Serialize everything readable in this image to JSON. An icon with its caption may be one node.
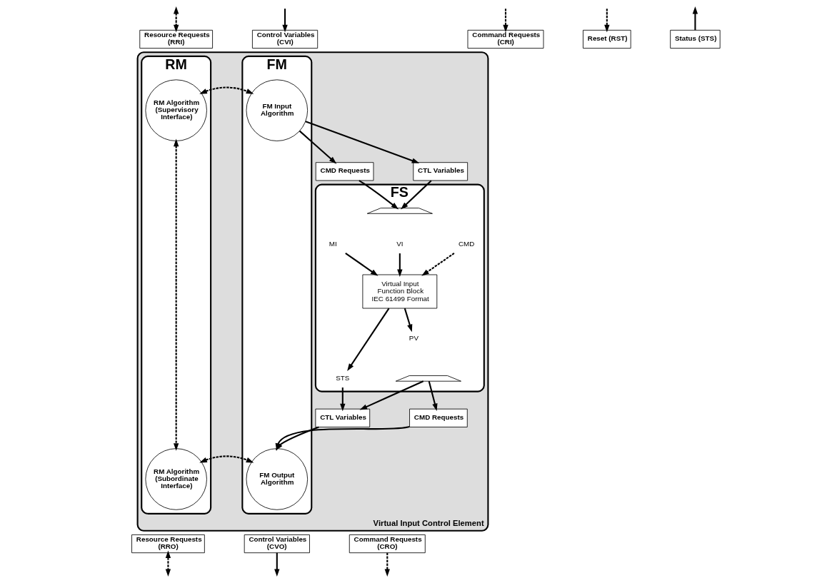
{
  "diagram": {
    "nodes": [
      {
        "text": [
          "Resource Requests",
          "(RRI)"
        ]
      },
      {
        "text": [
          "Control Variables",
          "(CVI)"
        ]
      },
      {
        "text": [
          "Command Requests",
          "(CRI)"
        ]
      },
      {
        "text": [
          "Reset (RST)"
        ]
      },
      {
        "text": [
          "Status (STS)"
        ]
      },
      {
        "text": [
          "Virtual Input Control Element"
        ]
      },
      {
        "text": [
          "RM"
        ],
        "in": 5
      },
      {
        "text": [
          "FM"
        ],
        "in": 5
      },
      {
        "text": [
          "FS"
        ],
        "in": 5
      },
      {
        "text": [
          "RM Algorithm (Supervisory Interface)"
        ],
        "in": 6
      },
      {
        "text": [
          "FM Input Algorithm"
        ],
        "in": 7
      },
      {
        "text": [
          "CMD Requests"
        ],
        "in": 5
      },
      {
        "text": [
          "CTL Variables"
        ],
        "in": 5
      },
      {
        "text": [],
        "shape": "brace",
        "in": 8
      },
      {
        "text": [
          "MI"
        ],
        "in": 8
      },
      {
        "text": [
          "VI"
        ],
        "in": 8
      },
      {
        "text": [
          "CMD"
        ],
        "in": 8
      },
      {
        "text": [
          "Virtual Input Function Block IEC 61499 Format"
        ],
        "in": 8
      },
      {
        "text": [
          "STS"
        ],
        "in": 8
      },
      {
        "text": [
          "PV"
        ],
        "in": 8
      },
      {
        "text": [],
        "shape": "brace",
        "in": 8
      },
      {
        "text": [
          "RM Algorithm (Subordinate Interface)"
        ],
        "in": 6
      },
      {
        "text": [
          "FM Output Algorithm"
        ],
        "in": 7
      },
      {
        "text": [
          "CTL Variables"
        ],
        "in": 5
      },
      {
        "text": [
          "CMD Requests"
        ],
        "in": 5
      },
      {
        "text": [
          "Resource Requests",
          "(RRO)"
        ]
      },
      {
        "text": [
          "Control Variables",
          "(CVO)"
        ]
      },
      {
        "text": [
          "Command Requests",
          "(CRO)"
        ]
      }
    ],
    "edges": [
      {
        "from": null,
        "to": 0,
        "arrow": "both",
        "style": "dashed"
      },
      {
        "from": null,
        "to": 1,
        "arrow": "to"
      },
      {
        "from": null,
        "to": 2,
        "arrow": "to",
        "style": "dashed"
      },
      {
        "from": null,
        "to": 3,
        "arrow": "to",
        "style": "dashed"
      },
      {
        "from": 4,
        "to": null,
        "arrow": "to"
      },
      {
        "from": 9,
        "to": 10,
        "arrow": "both",
        "style": "dashed"
      },
      {
        "from": 9,
        "to": 21,
        "arrow": "both",
        "style": "dashed"
      },
      {
        "from": 10,
        "to": 11,
        "arrow": "to"
      },
      {
        "from": 10,
        "to": 12,
        "arrow": "to"
      },
      {
        "from": 11,
        "to": 13,
        "arrow": "to"
      },
      {
        "from": 12,
        "to": 13,
        "arrow": "to"
      },
      {
        "from": 14,
        "to": 17,
        "arrow": "to"
      },
      {
        "from": 15,
        "to": 17,
        "arrow": "to"
      },
      {
        "from": 16,
        "to": 17,
        "arrow": "to",
        "style": "dashed"
      },
      {
        "from": 17,
        "to": 18,
        "arrow": "to"
      },
      {
        "from": 18,
        "to": 23,
        "arrow": "to"
      },
      {
        "from": 17,
        "to": 19,
        "arrow": "to"
      },
      {
        "from": 20,
        "to": 23,
        "arrow": "to"
      },
      {
        "from": 20,
        "to": 24,
        "arrow": "to"
      },
      {
        "from": 23,
        "to": 22,
        "arrow": "to"
      },
      {
        "from": 24,
        "to": 22,
        "arrow": "to"
      },
      {
        "from": 21,
        "to": 22,
        "arrow": "both",
        "style": "dashed"
      },
      {
        "from": 25,
        "to": null,
        "arrow": "both",
        "style": "dashed"
      },
      {
        "from": 26,
        "to": null,
        "arrow": "to"
      },
      {
        "from": 27,
        "to": null,
        "arrow": "to",
        "style": "dashed"
      }
    ]
  }
}
